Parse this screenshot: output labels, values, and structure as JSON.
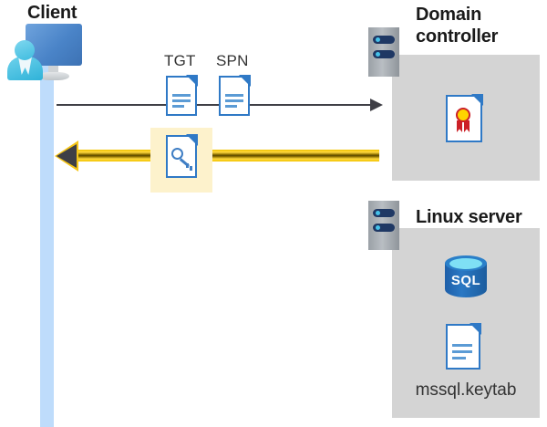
{
  "diagram": {
    "title": "Kerberos authentication flow: Client, Domain controller, Linux server",
    "colors": {
      "lifeline": "#bedcfb",
      "panel": "#d4d4d4",
      "highlight": "#fdf2cc",
      "arrow_dark": "#3f3f46",
      "arrow_gold": "#f5c518",
      "doc_blue": "#2f79c6",
      "seal_gold": "#ffd400",
      "seal_red": "#cc2027",
      "sql_blue": "#2a78c4",
      "rack_navy": "#1f3864"
    }
  },
  "client": {
    "title": "Client",
    "icon": "client-workstation-icon",
    "lifeline": "client-lifeline"
  },
  "messages": {
    "request": {
      "direction": "right",
      "style": "dark-thin-arrow",
      "tokens": [
        {
          "label": "TGT",
          "icon": "document-icon"
        },
        {
          "label": "SPN",
          "icon": "document-icon"
        }
      ]
    },
    "response": {
      "direction": "left",
      "style": "gold-thick-arrow",
      "highlighted": true,
      "token": {
        "label": "",
        "icon": "key-document-icon"
      }
    }
  },
  "domain_controller": {
    "title": "Domain controller",
    "rack_icon": "server-rack-icon",
    "contents": [
      {
        "icon": "certificate-document-icon",
        "label": ""
      }
    ]
  },
  "linux_server": {
    "title": "Linux server",
    "rack_icon": "server-rack-icon",
    "contents": [
      {
        "icon": "sql-database-icon",
        "label": "SQL"
      },
      {
        "icon": "document-icon",
        "label": "mssql.keytab"
      }
    ]
  }
}
